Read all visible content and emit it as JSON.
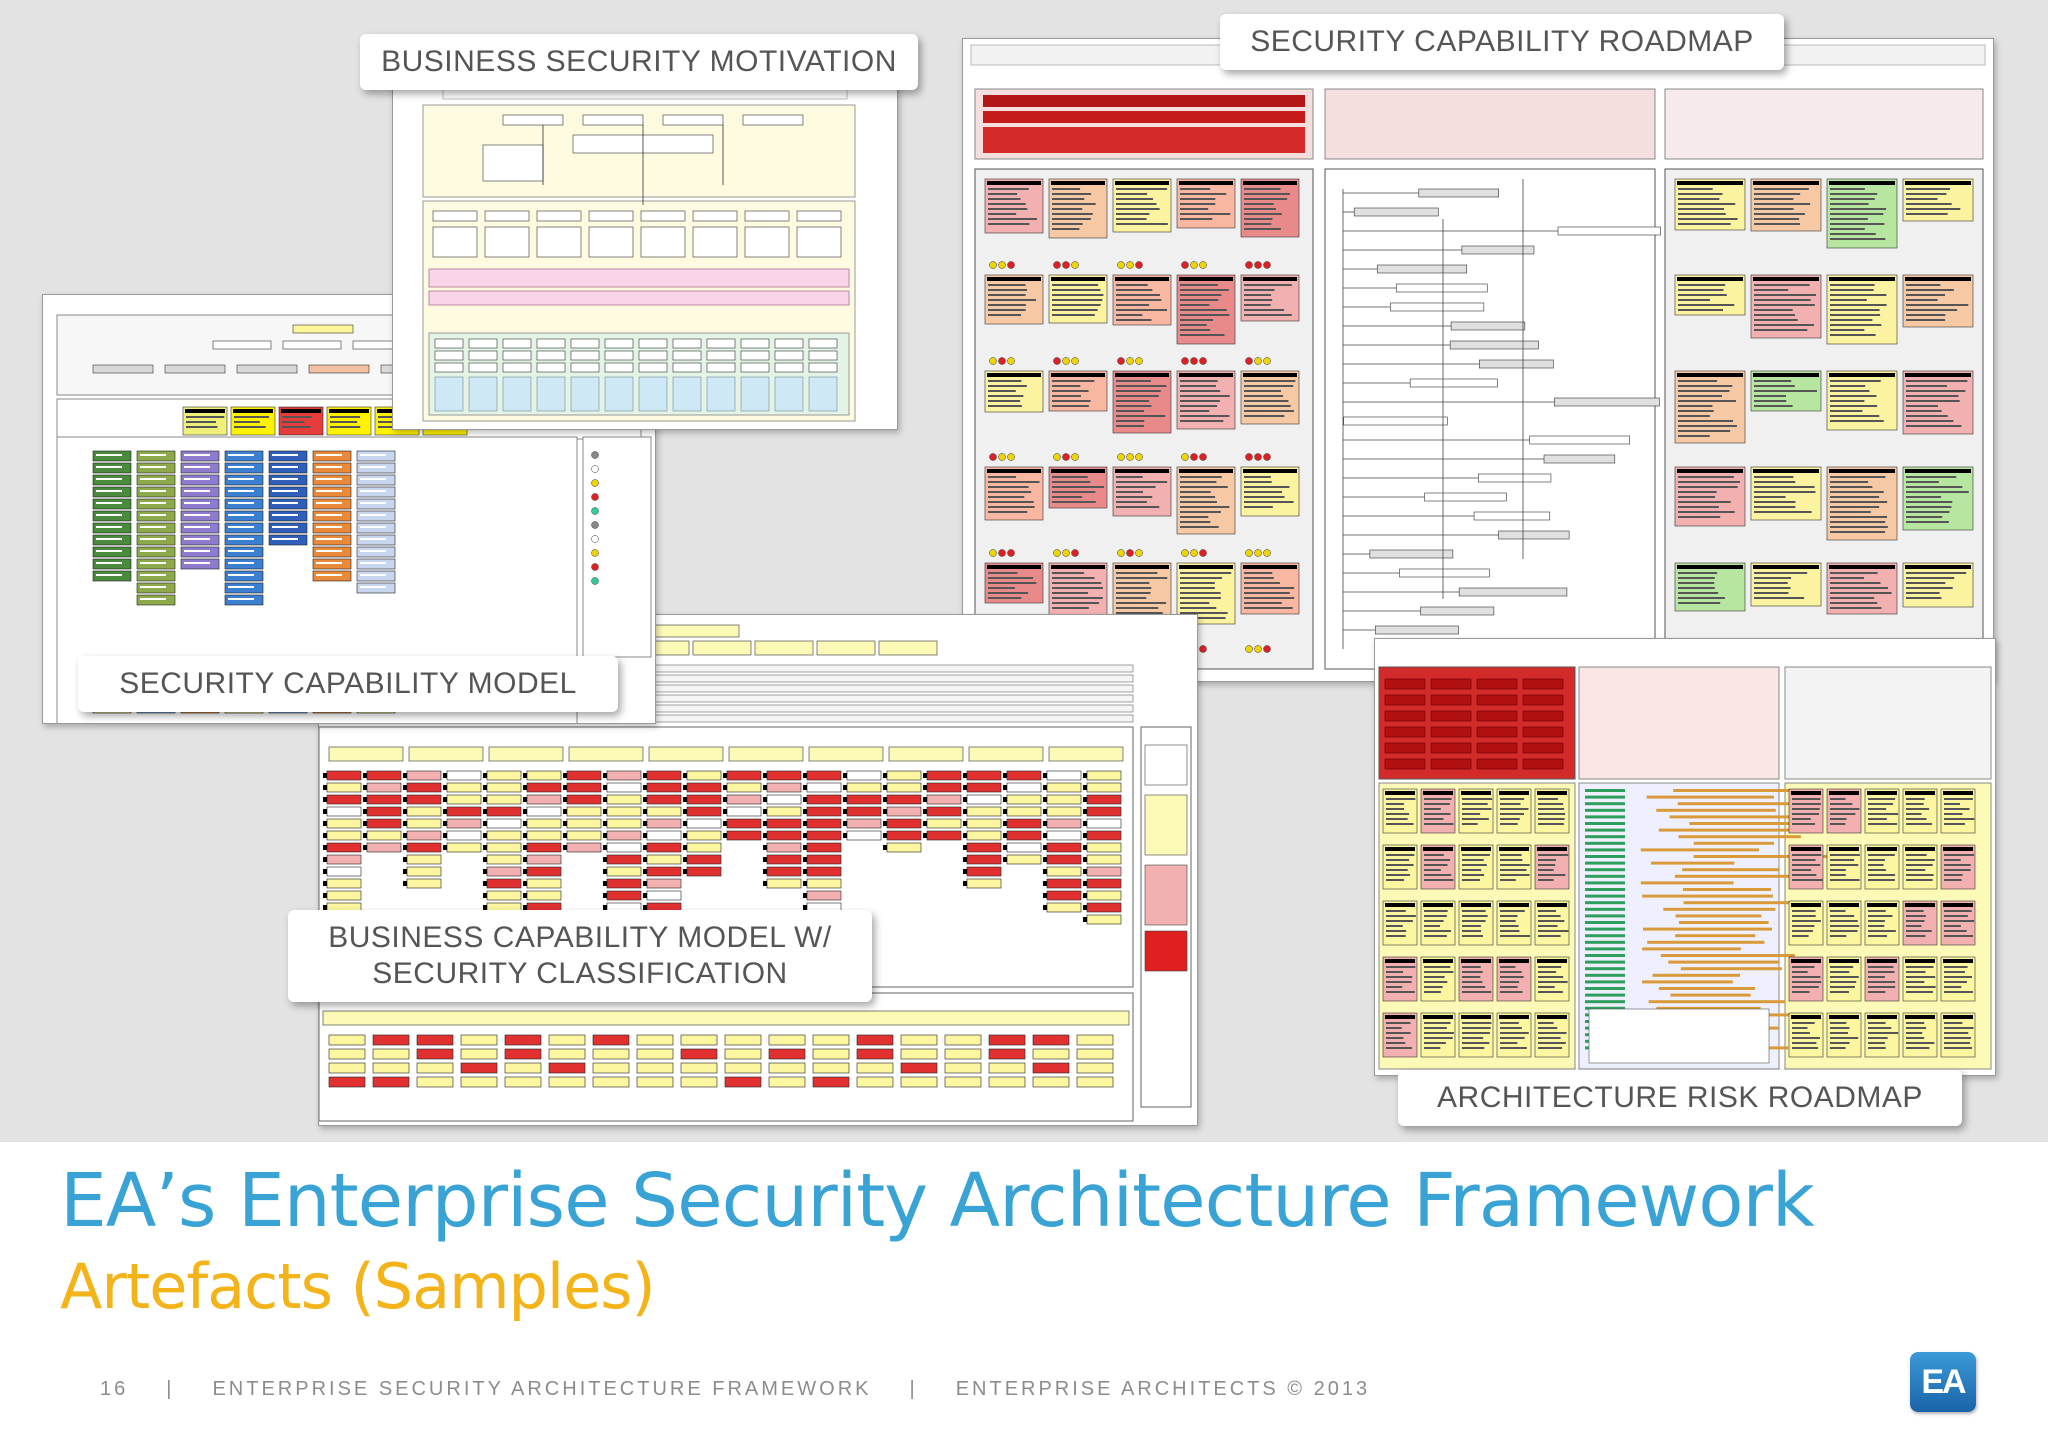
{
  "callouts": {
    "business_security_motivation": "BUSINESS SECURITY MOTIVATION",
    "security_capability_roadmap": "SECURITY CAPABILITY ROADMAP",
    "security_capability_model": "SECURITY CAPABILITY MODEL",
    "business_capability_model_line1": "BUSINESS CAPABILITY MODEL W/",
    "business_capability_model_line2": "SECURITY CLASSIFICATION",
    "architecture_risk_roadmap": "ARCHITECTURE RISK ROADMAP"
  },
  "title": "EA’s Enterprise Security Architecture Framework",
  "subtitle": "Artefacts (Samples)",
  "footer": {
    "page_number": "16",
    "separator": "|",
    "framework": "ENTERPRISE SECURITY ARCHITECTURE FRAMEWORK",
    "copyright": "ENTERPRISE ARCHITECTS © 2013"
  },
  "logo_text": "EA",
  "colors": {
    "title": "#3aa3d6",
    "subtitle": "#f3b319",
    "footer": "#8c8c8c",
    "background": "#e3e3e3"
  }
}
